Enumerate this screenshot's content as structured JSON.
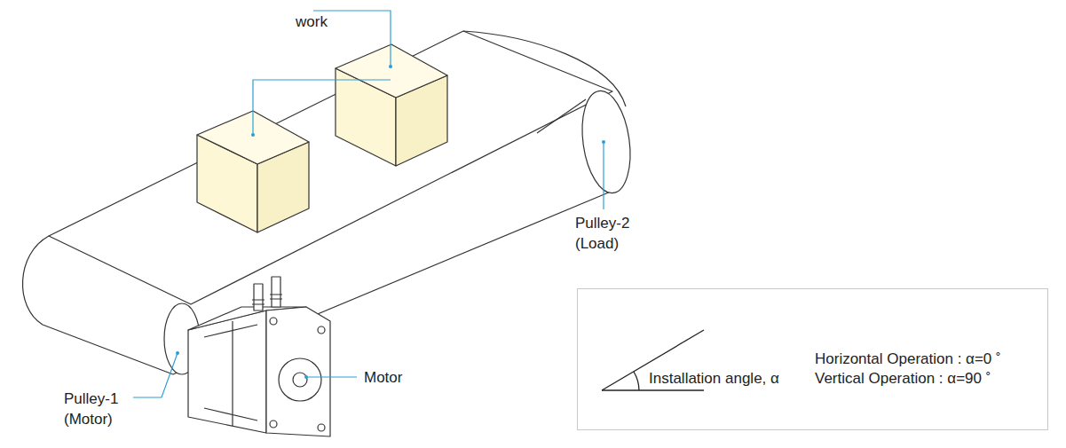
{
  "diagram": {
    "nodes": [
      {
        "text": [
          "Installation angle, α",
          "Horizontal Operation : α=0 ˚",
          "Vertical Operation : α=90 ˚"
        ]
      }
    ],
    "labels": [
      "work",
      "Pulley-2 (Load)",
      "Pulley-1 (Motor)",
      "Motor"
    ]
  }
}
